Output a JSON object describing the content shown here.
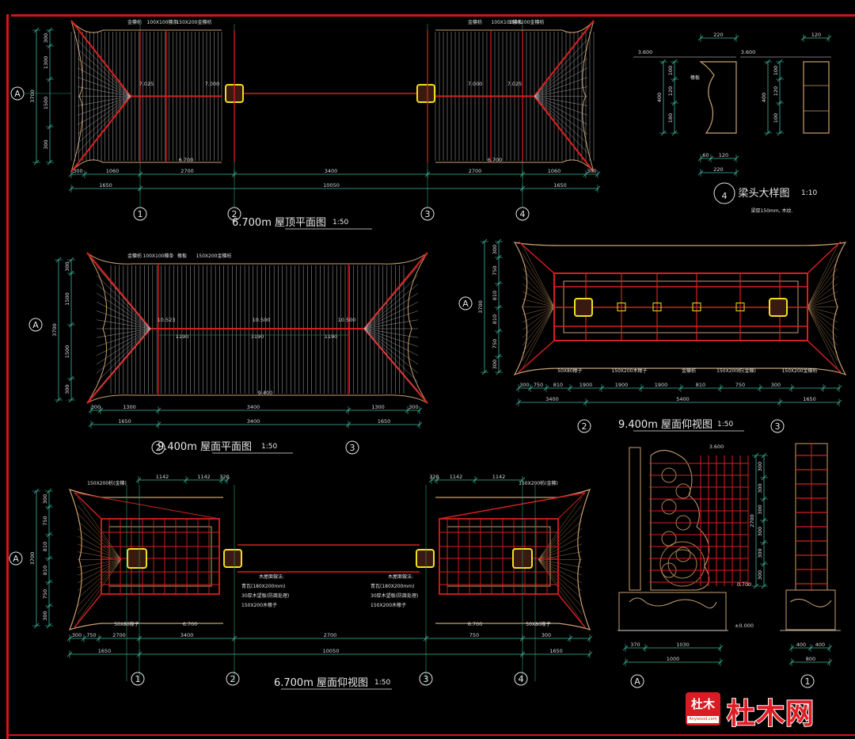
{
  "drawings": {
    "plan_670": {
      "title": "6.700m 屋顶平面图",
      "scale": "1:50"
    },
    "plan_940": {
      "title": "9.400m 屋面平面图",
      "scale": "1:50"
    },
    "ceiling_670": {
      "title": "6.700m 屋面仰视图",
      "scale": "1:50"
    },
    "ceiling_940": {
      "title": "9.400m 屋面仰视图",
      "scale": "1:50"
    },
    "detail": {
      "number": "4",
      "title": "梁头大样图",
      "scale": "1:10",
      "note": "梁厚150mm, 木纹."
    }
  },
  "axes": {
    "x": [
      "1",
      "2",
      "3",
      "4"
    ],
    "y": [
      "A"
    ]
  },
  "dimensions": {
    "top_row1": [
      "300",
      "1060",
      "2700",
      "3400",
      "2700",
      "1060",
      "300"
    ],
    "top_row2": [
      "1650",
      "10050",
      "1650"
    ],
    "top_elev": [
      "7.025",
      "7.000",
      "7.000",
      "7.025"
    ],
    "top_left_v": [
      "300",
      "1300",
      "1500",
      "300"
    ],
    "top_total_v": "3700",
    "eave_level": "6.700",
    "mid_row1": [
      "300",
      "1300",
      "3400",
      "1300",
      "300"
    ],
    "mid_row2": [
      "1650",
      "3400",
      "1650"
    ],
    "mid_elev": [
      "10.523",
      "10.500",
      "10.500"
    ],
    "mid_inner": [
      "1190",
      "3190",
      "1190"
    ],
    "mid_left_v": [
      "300",
      "1500",
      "1500",
      "300"
    ],
    "mid_low": "9.400",
    "right_row1": [
      "300",
      "750",
      "810",
      "1900",
      "1900",
      "1900",
      "810",
      "750",
      "300"
    ],
    "right_row2": [
      "3400",
      "5400",
      "1650"
    ],
    "right_left_v": [
      "300",
      "750",
      "810",
      "810",
      "750",
      "300"
    ],
    "right_total_v": "3700",
    "bot_row1": [
      "300",
      "750",
      "2700",
      "3400",
      "2700",
      "750",
      "300"
    ],
    "bot_row2": [
      "1650",
      "10050",
      "1650"
    ],
    "bot_top": [
      "1142",
      "1142",
      "320",
      "320",
      "1142",
      "1142"
    ],
    "bot_left_v": [
      "300",
      "750",
      "810",
      "810",
      "750",
      "300"
    ],
    "bot_total_v": "3700",
    "detail_top": [
      "220",
      "120"
    ],
    "detail_level": "3.600",
    "detail_v1": [
      "100",
      "120",
      "180"
    ],
    "detail_v2": [
      "100",
      "120",
      "100"
    ],
    "detail_total": "400",
    "detail_bottom": [
      "60",
      "120"
    ],
    "detail_bottom2": "220",
    "elev_levels": [
      "3.600",
      "0.700",
      "±0.000"
    ],
    "elev_bottom": [
      "370",
      "1030"
    ],
    "elev_bottom2": "1000",
    "elev_right_v": [
      "300",
      "300",
      "300",
      "300",
      "300",
      "300"
    ],
    "elev_right_total": "2700",
    "side_bottom": [
      "400",
      "400"
    ],
    "side_bottom2": "800"
  },
  "notes": {
    "beam_label": "150X200枋(金檩)",
    "purlin_label": "100X100檩条",
    "rafter_label": "椽板",
    "label_a": "金檩枋",
    "label_b": "150X200金檩枋",
    "label_c": "50X80椽子",
    "bottom_notes": [
      "木屋面做法:",
      "青瓦(180X200mm)",
      "30厚木望板(防腐处理)",
      "150X200木椽子"
    ]
  },
  "watermark": {
    "logo": "杜木",
    "logo_sub": "Anywood.com",
    "text": "杜木网"
  },
  "colors": {
    "background": "#000000",
    "frame": "#d01818",
    "red": "#d42020",
    "yellow": "#f0e020",
    "white": "#e8e8e8",
    "dim": "#3fb8a0",
    "tan": "#c8a070"
  }
}
